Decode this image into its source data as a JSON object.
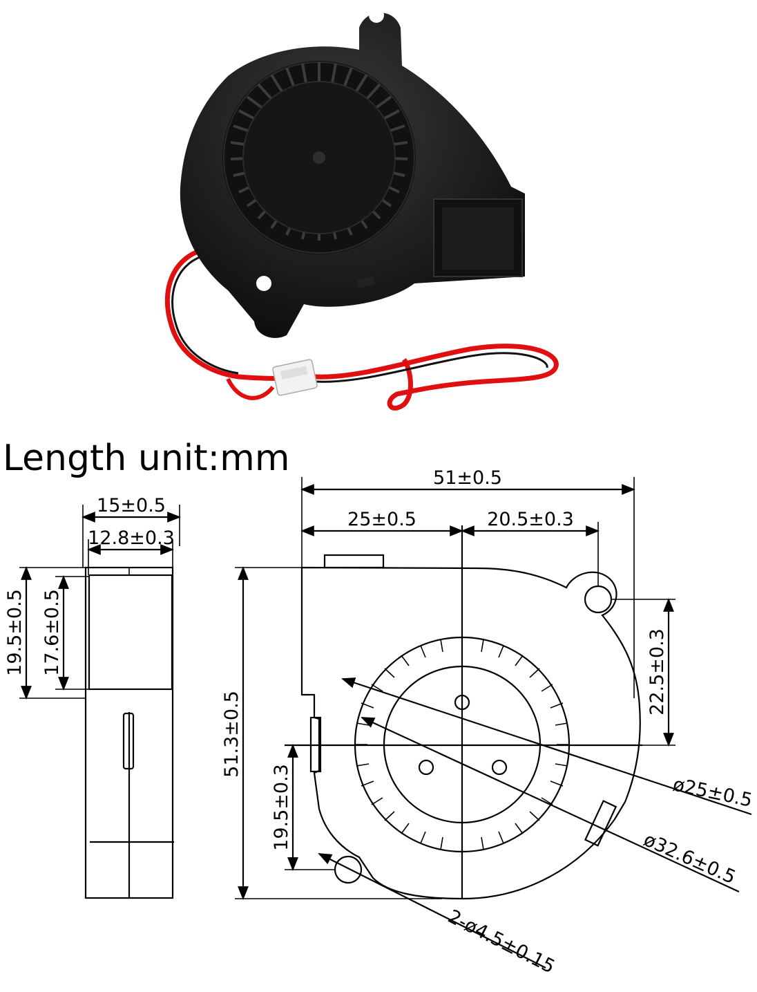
{
  "title": "Length unit:mm",
  "dimensions": {
    "overall_width": "51±0.5",
    "hub_offset": "25±0.5",
    "hole_offset_x": "20.5±0.3",
    "side_depth": "15±0.5",
    "side_inner": "12.8±0.3",
    "outlet_height": "19.5±0.5",
    "outlet_inner": "17.6±0.5",
    "overall_height": "51.3±0.5",
    "hole_offset_y": "22.5±0.3",
    "lower_hole_offset": "19.5±0.3",
    "hub_diameter": "ø25±0.5",
    "impeller_diameter": "ø32.6±0.5",
    "mount_holes": "2-ø4.5±0.15"
  },
  "colors": {
    "fan_body": "#1b1b1b",
    "wire_red": "#e01010",
    "wire_black": "#111111",
    "connector": "#f2f2f2"
  }
}
